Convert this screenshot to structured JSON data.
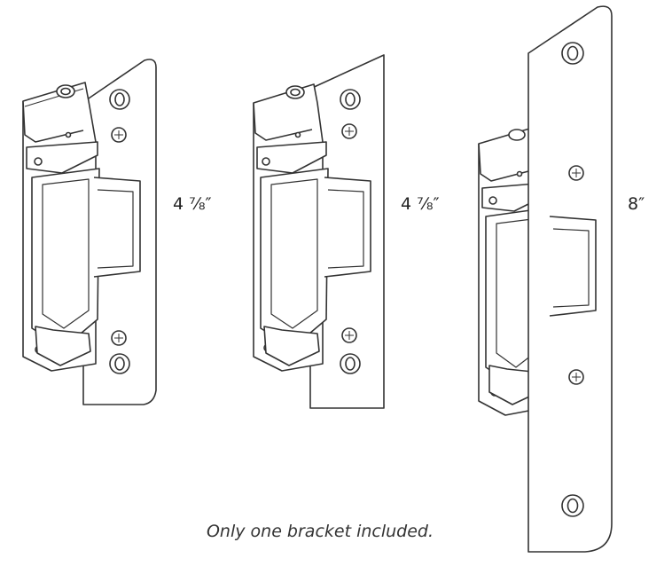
{
  "products": [
    {
      "name": "strike-left",
      "dimension": "4 ⅞″"
    },
    {
      "name": "strike-middle",
      "dimension": "4 ⅞″"
    },
    {
      "name": "strike-right",
      "dimension": "8″"
    }
  ],
  "caption": "Only one bracket included."
}
